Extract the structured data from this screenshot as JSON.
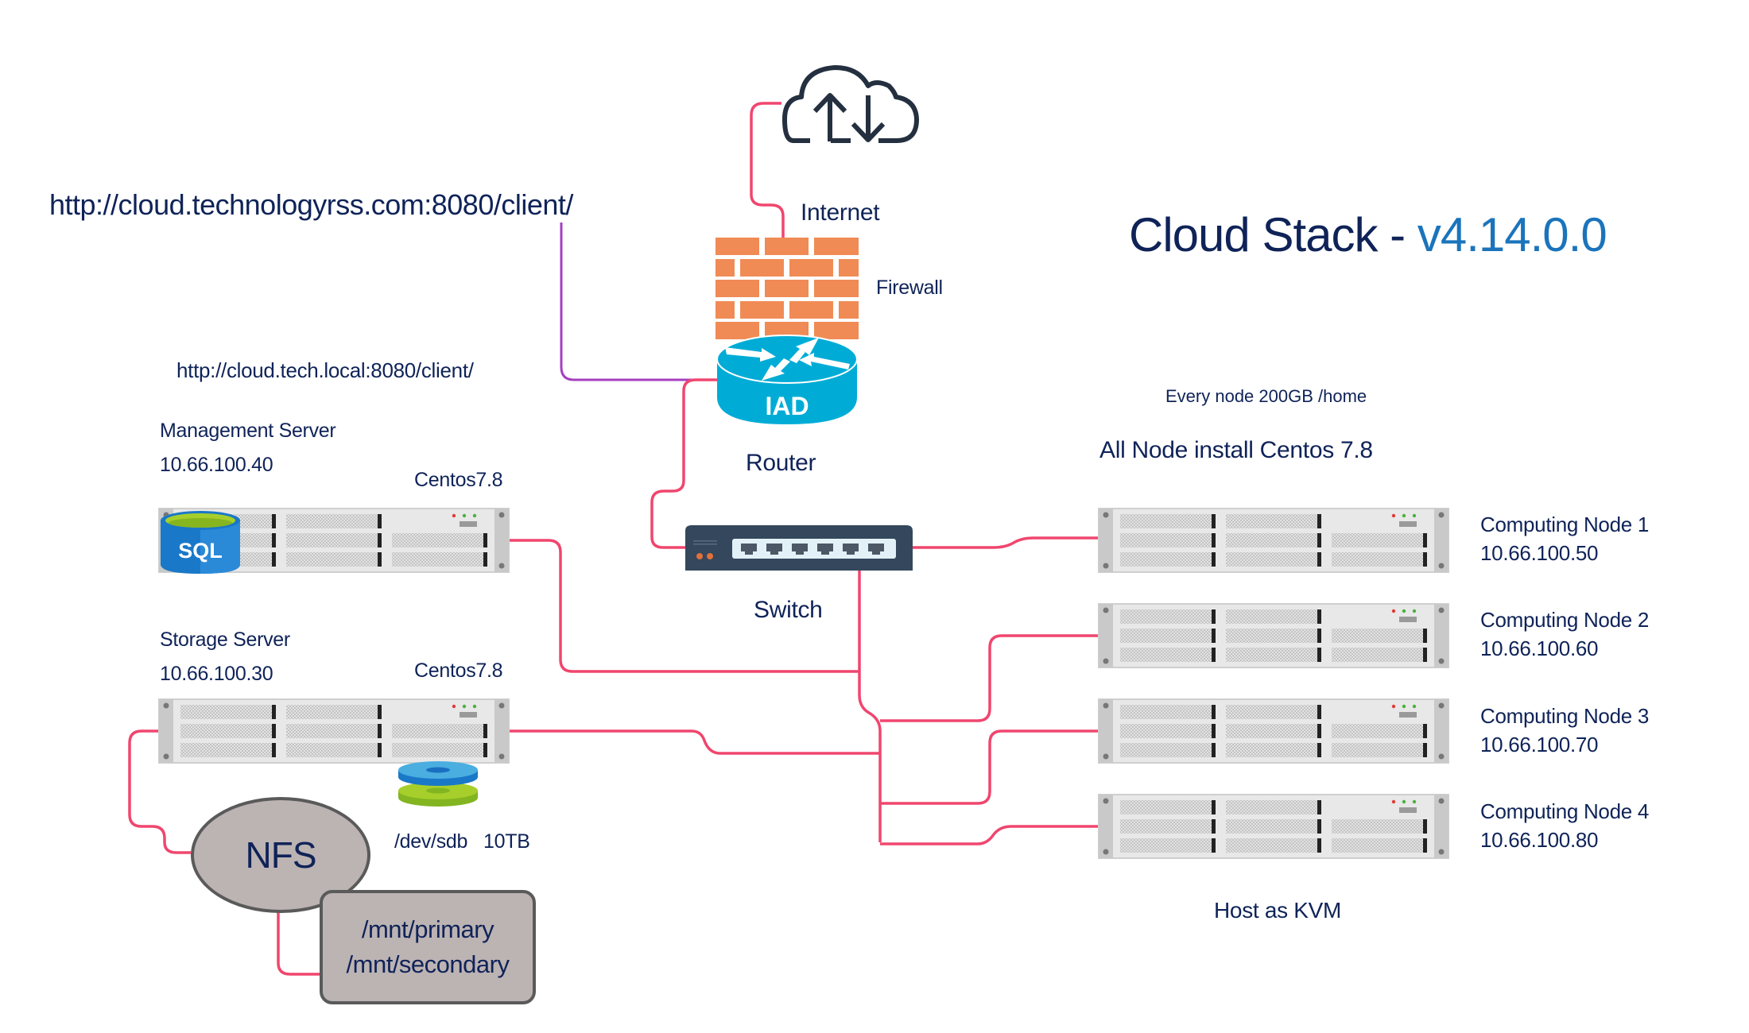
{
  "title": {
    "main": "Cloud Stack - ",
    "version": "v4.14.0.0"
  },
  "urls": {
    "public": "http://cloud.technologyrss.com:8080/client/",
    "local": "http://cloud.tech.local:8080/client/"
  },
  "network": {
    "internet_label": "Internet",
    "firewall_label": "Firewall",
    "router_label": "Router",
    "router_badge": "IAD",
    "switch_label": "Switch"
  },
  "management_server": {
    "name": "Management Server",
    "ip": "10.66.100.40",
    "os": "Centos7.8",
    "db_badge": "SQL"
  },
  "storage_server": {
    "name": "Storage Server",
    "ip": "10.66.100.30",
    "os": "Centos7.8",
    "disk_label": "/dev/sdb   10TB",
    "nfs_label": "NFS",
    "mounts": [
      "/mnt/primary",
      "/mnt/secondary"
    ]
  },
  "compute": {
    "storage_note": "Every node 200GB /home",
    "install_note": "All Node install Centos 7.8",
    "hypervisor_note": "Host as KVM",
    "nodes": [
      {
        "name": "Computing Node 1",
        "ip": "10.66.100.50"
      },
      {
        "name": "Computing Node 2",
        "ip": "10.66.100.60"
      },
      {
        "name": "Computing Node 3",
        "ip": "10.66.100.70"
      },
      {
        "name": "Computing Node 4",
        "ip": "10.66.100.80"
      }
    ]
  },
  "colors": {
    "text": "#0f2358",
    "version": "#1b74bb",
    "link_wire": "#f0466e",
    "url_wire": "#a63fbf",
    "firewall": "#f08b55",
    "router": "#00acd6",
    "switch": "#34475c",
    "nfs_fill": "#bcb3b3"
  }
}
